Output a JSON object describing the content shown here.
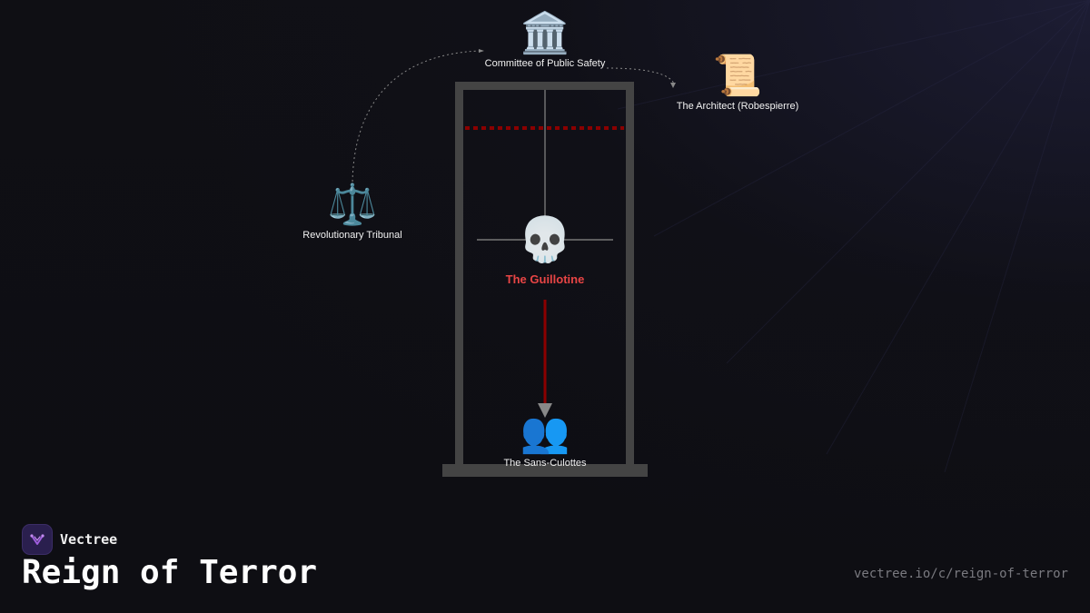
{
  "nodes": {
    "committee": {
      "icon": "🏛️",
      "icon_name": "classical-building-icon",
      "label": "Committee of Public Safety"
    },
    "architect": {
      "icon": "📜",
      "icon_name": "scroll-icon",
      "label": "The Architect (Robespierre)"
    },
    "tribunal": {
      "icon": "⚖️",
      "icon_name": "balance-scale-icon",
      "label": "Revolutionary Tribunal"
    },
    "guillotine": {
      "icon": "💀",
      "icon_name": "skull-icon",
      "label": "The Guillotine"
    },
    "sans_culottes": {
      "icon": "👥",
      "icon_name": "people-icon",
      "label": "The Sans-Culottes"
    }
  },
  "footer": {
    "brand": "Vectree",
    "title": "Reign of Terror",
    "url": "vectree.io/c/reign-of-terror"
  },
  "colors": {
    "background": "#0f0f14",
    "frame": "#444444",
    "blade_line": "#8b0000",
    "blood_line": "#8b0000",
    "accent_red": "#e84545",
    "brand_purple": "#2a1f4e"
  }
}
